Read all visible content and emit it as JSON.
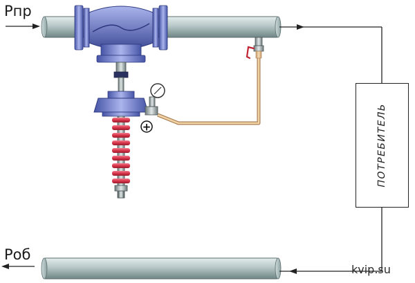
{
  "labels": {
    "inlet_pressure": "Рпр",
    "return_pressure": "Роб",
    "consumer": "ПОТРЕБИТЕЛЬ",
    "watermark": "kvip.su",
    "plus_sign": "+"
  },
  "colors": {
    "pipe_body": "#b8c8c8",
    "pipe_dark": "#6f8585",
    "valve_blue": "#6f7fc8",
    "valve_blue_dark": "#3f4d98",
    "spring_red": "#d8344a",
    "impulse_tube": "#e8c090",
    "line_dark": "#222222"
  },
  "icons": {
    "manometer": "pressure-gauge-icon",
    "tap": "needle-valve-icon"
  }
}
